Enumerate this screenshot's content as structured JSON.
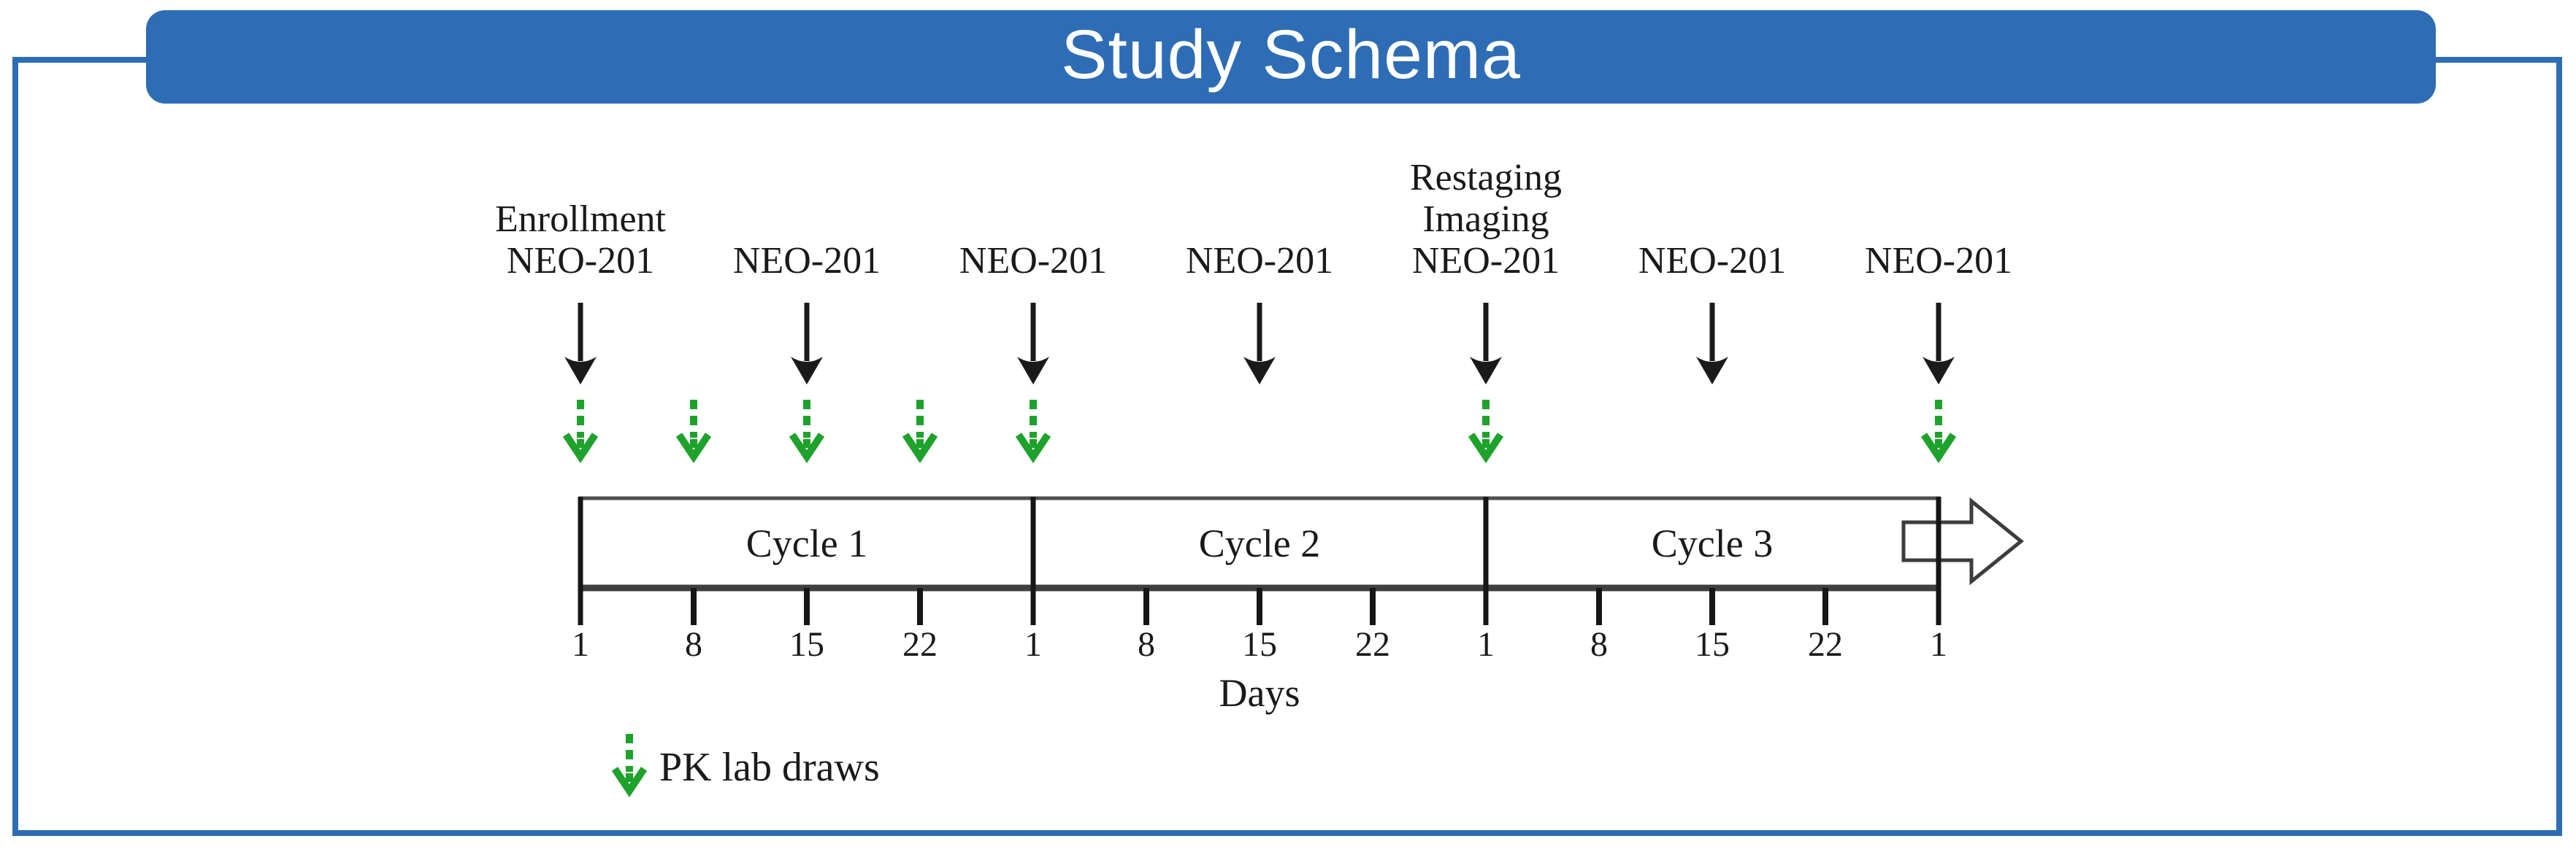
{
  "colors": {
    "blue": "#2E6DB5",
    "green": "#1EA22C",
    "ink": "#1a1a1a",
    "bar_border": "#4f4f4f",
    "bar_bottom": "#3f3f3f",
    "tick": "#161616",
    "end_arrow_stroke": "#3d3d3d"
  },
  "header": {
    "title": "Study Schema"
  },
  "timeline": {
    "cycles": [
      {
        "label": "Cycle 1"
      },
      {
        "label": "Cycle 2"
      },
      {
        "label": "Cycle 3"
      }
    ],
    "day_ticks": [
      "1",
      "8",
      "15",
      "22",
      "1",
      "8",
      "15",
      "22",
      "1",
      "8",
      "15",
      "22",
      "1"
    ],
    "axis_label": "Days"
  },
  "dose_events": [
    {
      "label_lines": [
        "Enrollment",
        "NEO-201"
      ],
      "tick_index": 0
    },
    {
      "label_lines": [
        "NEO-201"
      ],
      "tick_index": 2
    },
    {
      "label_lines": [
        "NEO-201"
      ],
      "tick_index": 4
    },
    {
      "label_lines": [
        "NEO-201"
      ],
      "tick_index": 6
    },
    {
      "label_lines": [
        "Restaging",
        "Imaging",
        "NEO-201"
      ],
      "tick_index": 8
    },
    {
      "label_lines": [
        "NEO-201"
      ],
      "tick_index": 10
    },
    {
      "label_lines": [
        "NEO-201"
      ],
      "tick_index": 12
    }
  ],
  "pk_draw_tick_indices": [
    0,
    1,
    2,
    3,
    4,
    8,
    12
  ],
  "legend": {
    "label": "PK lab draws"
  }
}
